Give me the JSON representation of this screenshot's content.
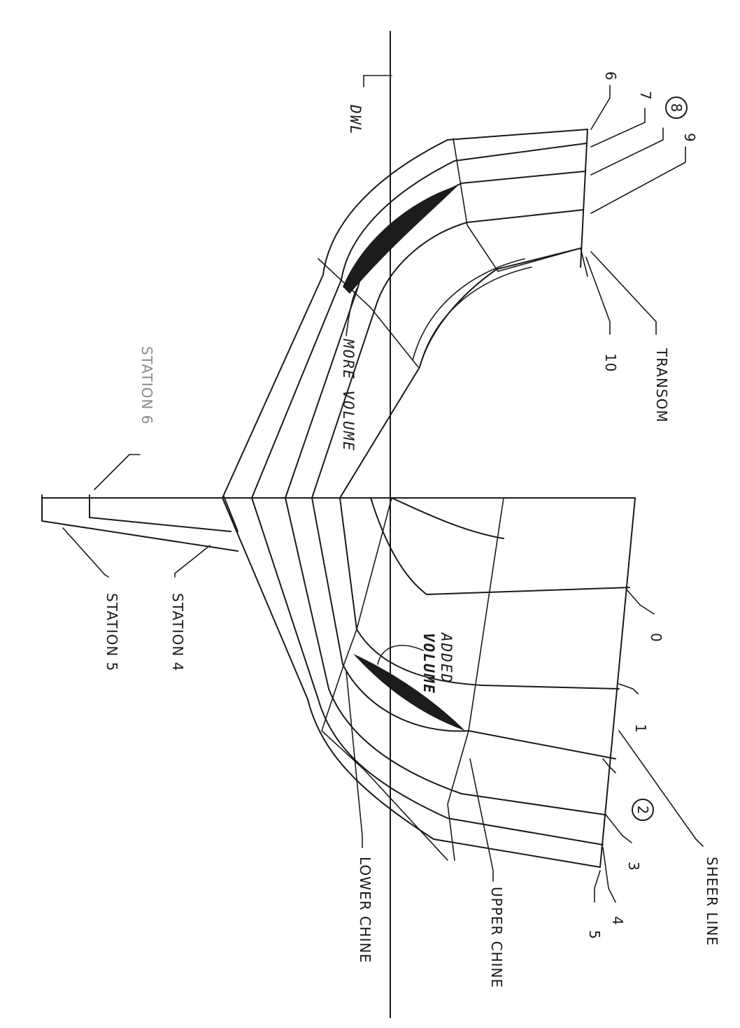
{
  "labels": {
    "dwl": "DWL",
    "transom": "TRANSOM",
    "station_6": "STATION 6",
    "station_4": "STATION 4",
    "station_5": "STATION 5",
    "sheer_line": "SHEER LINE",
    "upper_chine": "UPPER CHINE",
    "lower_chine": "LOWER CHINE",
    "more_volume": "MORE VOLUME",
    "added_volume_1": "ADDED",
    "added_volume_2": "VOLUME"
  },
  "stations_aft": [
    "6",
    "7",
    "8",
    "9",
    "10"
  ],
  "stations_fwd": [
    "0",
    "1",
    "2",
    "3",
    "4",
    "5"
  ],
  "circled": [
    "8",
    "2"
  ]
}
